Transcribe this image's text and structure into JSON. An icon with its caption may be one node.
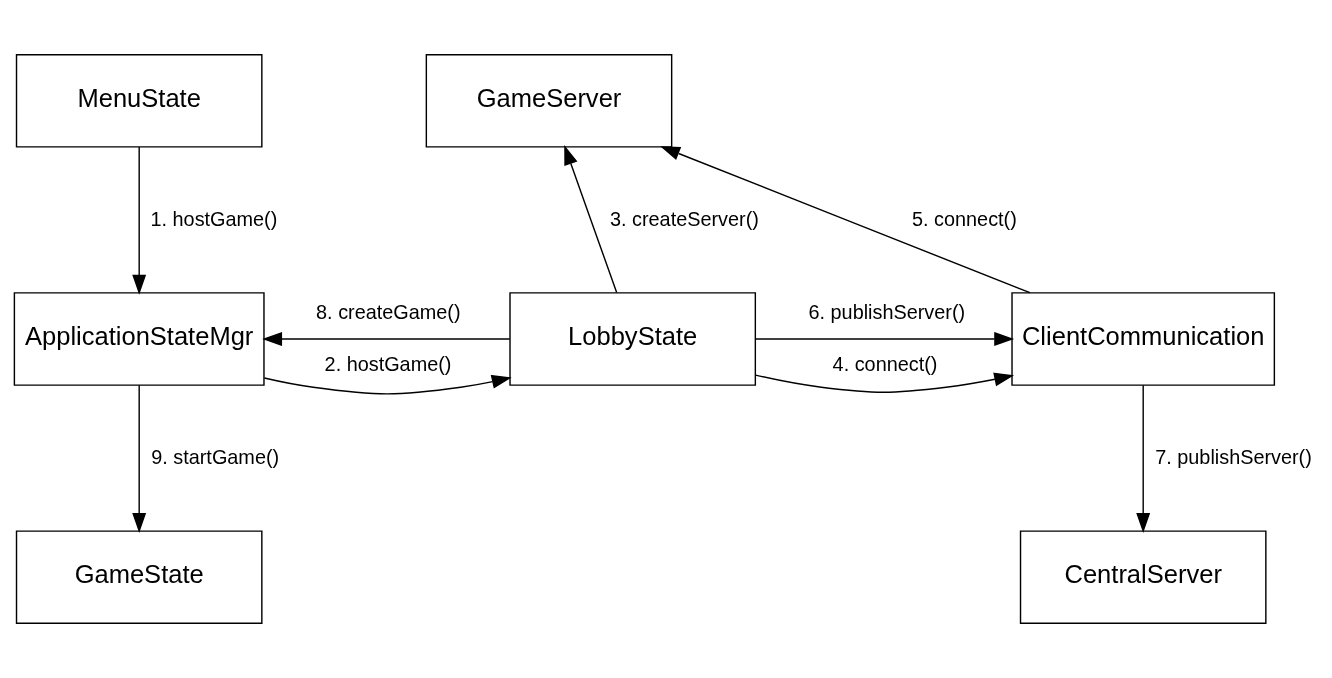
{
  "diagram": {
    "nodes": [
      {
        "text": [
          "MenuState"
        ]
      },
      {
        "text": [
          "ApplicationStateMgr"
        ]
      },
      {
        "text": [
          "LobbyState"
        ]
      },
      {
        "text": [
          "GameServer"
        ]
      },
      {
        "text": [
          "ClientCommunication"
        ]
      },
      {
        "text": [
          "GameState"
        ]
      },
      {
        "text": [
          "CentralServer"
        ]
      }
    ],
    "edges": [
      {
        "from": 0,
        "to": 1,
        "arrow": "to",
        "label": "1. hostGame()"
      },
      {
        "from": 1,
        "to": 2,
        "arrow": "to",
        "label": "2. hostGame()"
      },
      {
        "from": 2,
        "to": 3,
        "arrow": "to",
        "label": "3. createServer()"
      },
      {
        "from": 2,
        "to": 4,
        "arrow": "to",
        "label": "4. connect()"
      },
      {
        "from": 4,
        "to": 3,
        "arrow": "to",
        "label": "5. connect()"
      },
      {
        "from": 2,
        "to": 4,
        "arrow": "to",
        "label": "6. publishServer()"
      },
      {
        "from": 4,
        "to": 6,
        "arrow": "to",
        "label": "7. publishServer()"
      },
      {
        "from": 2,
        "to": 1,
        "arrow": "to",
        "label": "8. createGame()"
      },
      {
        "from": 1,
        "to": 5,
        "arrow": "to",
        "label": "9. startGame()"
      }
    ]
  }
}
